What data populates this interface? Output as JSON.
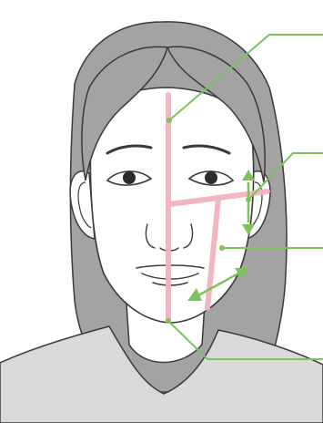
{
  "figure": {
    "subject": "face-positioning-illustration",
    "colors": {
      "skin": "#ffffff",
      "hair": "#a3a3a3",
      "hair_dark": "#8c8c8c",
      "line": "#3a3a3a",
      "clothing": "#d9d9d9",
      "guide_line": "#f2b3bf",
      "arrow": "#7cc35a",
      "callout": "#7cc35a"
    },
    "callouts": [
      {
        "id": "midsagittal-line"
      },
      {
        "id": "frankfurt-plane"
      },
      {
        "id": "canine-line"
      },
      {
        "id": "chin-point"
      }
    ],
    "icons": [
      "vertical-double-arrow-icon",
      "diagonal-double-arrow-icon"
    ]
  }
}
